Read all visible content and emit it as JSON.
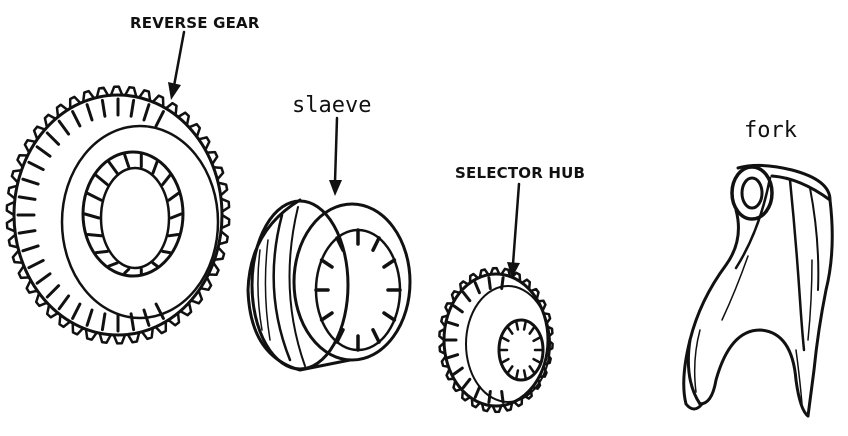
{
  "labels": {
    "reverse_gear": "REVERSE GEAR",
    "sleeve": "slaeve",
    "selector_hub": "SELECTOR HUB",
    "fork": "fork"
  },
  "colors": {
    "ink": "#111111",
    "background": "#ffffff"
  }
}
